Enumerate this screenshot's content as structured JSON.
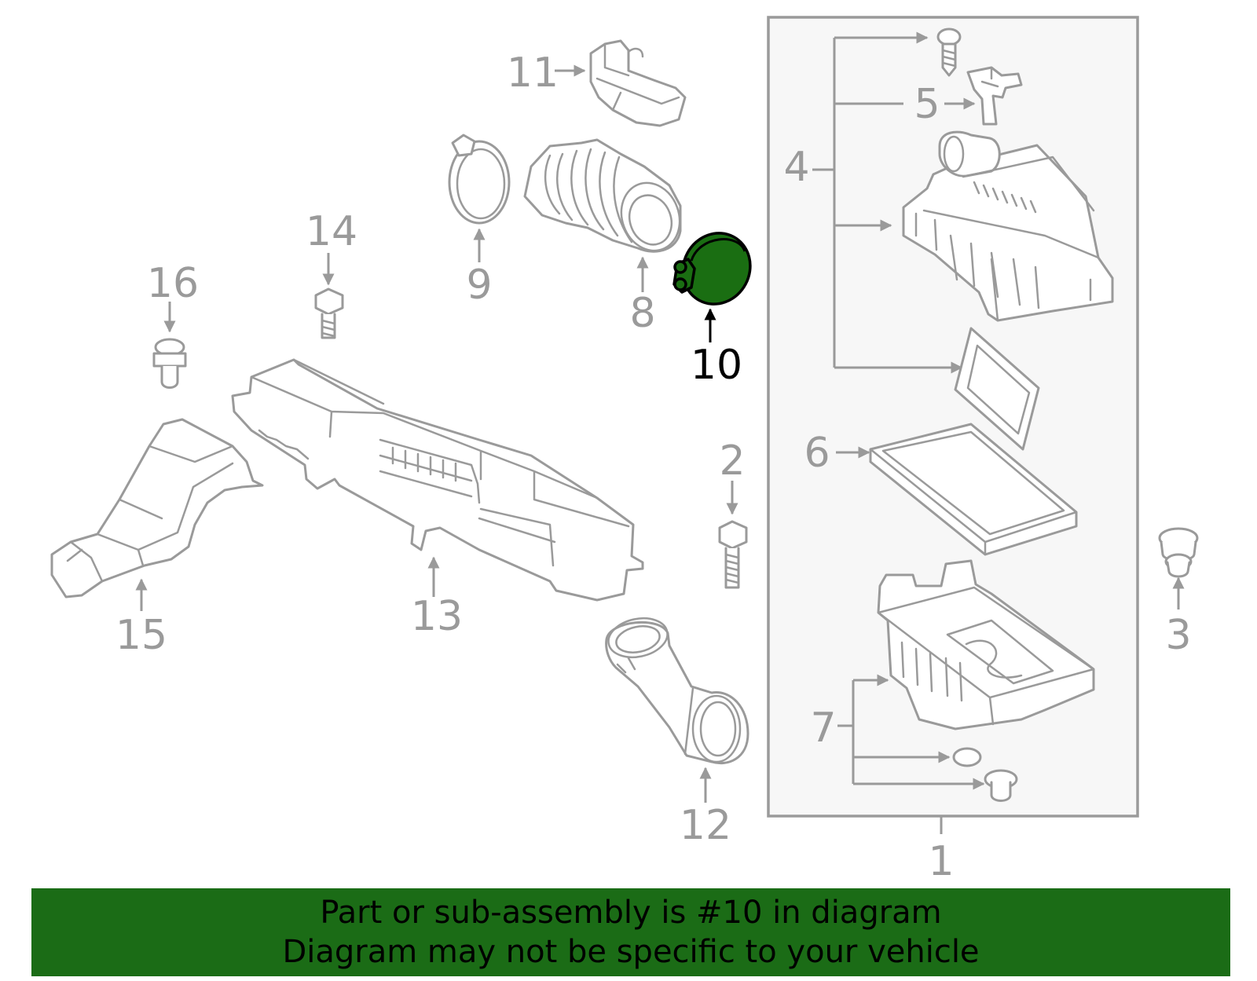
{
  "diagram": {
    "highlighted_part": "10",
    "callouts": [
      "1",
      "2",
      "3",
      "4",
      "5",
      "6",
      "7",
      "8",
      "9",
      "10",
      "11",
      "12",
      "13",
      "14",
      "15",
      "16"
    ]
  },
  "banner": {
    "line1": "Part or sub-assembly is #10 in diagram",
    "line2": "Diagram may not be specific to your vehicle",
    "color": "#1b6c16"
  },
  "colors": {
    "line_art": "#9a9a9a",
    "highlight_fill": "#1a6e12",
    "highlight_outline": "#000000",
    "assembly_box_fill": "#f7f7f7"
  }
}
